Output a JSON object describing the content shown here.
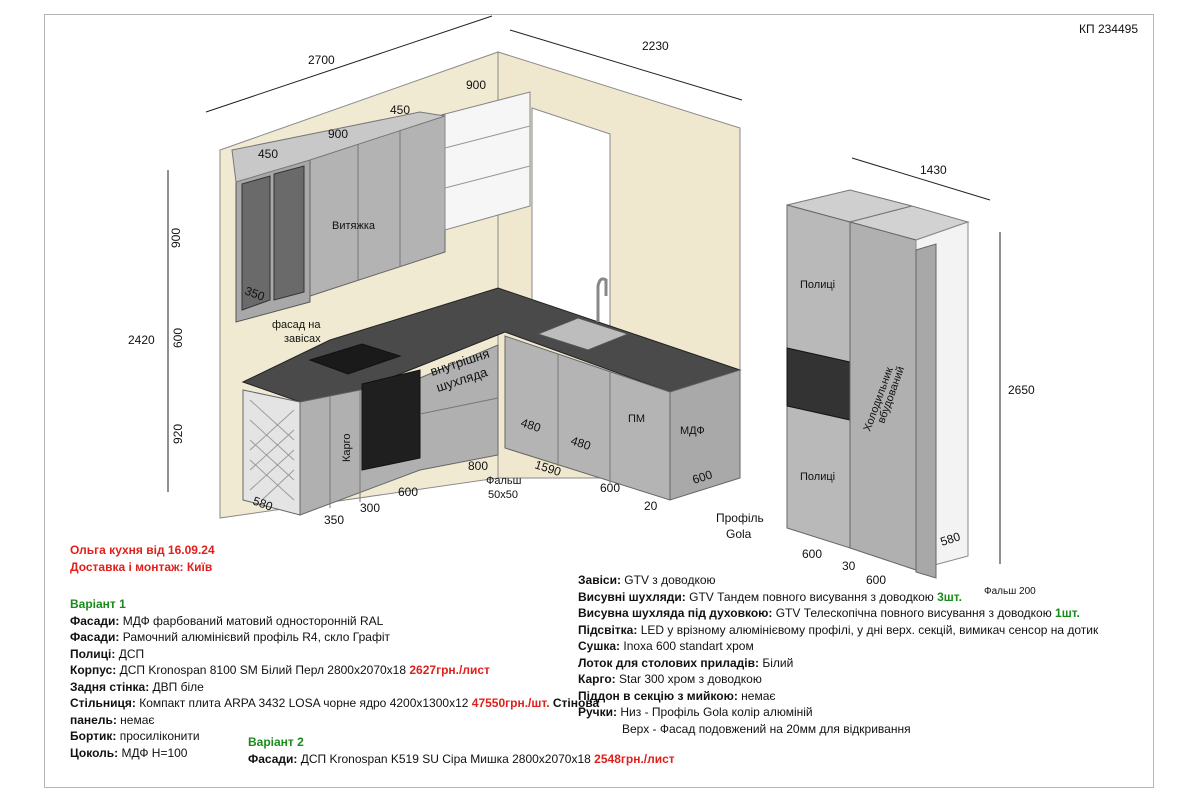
{
  "doc_id": "КП 234495",
  "dims": {
    "wall_left": "2700",
    "wall_right": "2230",
    "tall_width": "1430",
    "top_450_a": "450",
    "top_900_a": "900",
    "top_450_b": "450",
    "top_900_b": "900",
    "v_900": "900",
    "v_600": "600",
    "v_920": "920",
    "total_height": "2420",
    "depth_350_upper": "350",
    "depth_580_base": "580",
    "base_350": "350",
    "base_300": "300",
    "base_600_a": "600",
    "base_800": "800",
    "diag_1590": "1590",
    "base_480_a": "480",
    "base_480_b": "480",
    "base_600_b": "600",
    "base_20": "20",
    "base_600_c": "600",
    "tall_height": "2650",
    "tall_600_a": "600",
    "tall_30": "30",
    "tall_600_b": "600",
    "tall_580": "580"
  },
  "labels": {
    "hood": "Витяжка",
    "hinged_facade": [
      "фасад на",
      "завісах"
    ],
    "inner_drawer": [
      "внутрішня",
      "шухляда"
    ],
    "cargo": "Карго",
    "dishwasher": "ПМ",
    "mdf": "МДФ",
    "false_panel_50": [
      "Фальш",
      "50х50"
    ],
    "shelves_top": "Полиці",
    "shelves_bottom": "Полиці",
    "fridge": [
      "Холодильник",
      "вбудований"
    ],
    "gola_profile": [
      "Профіль",
      "Gola"
    ],
    "false_panel_200": "Фальш 200"
  },
  "header": {
    "title_line1": "Ольга кухня від 16.09.24",
    "title_line2": "Доставка і монтаж: Київ"
  },
  "variant1": {
    "heading": "Варіант 1",
    "lines": [
      {
        "k": "Фасади:",
        "v": " МДФ фарбований матовий односторонній RAL"
      },
      {
        "k": "Фасади:",
        "v": " Рамочний алюмінієвий профіль R4, скло Графіт"
      },
      {
        "k": "Полиці:",
        "v": " ДСП"
      },
      {
        "k": "Корпус:",
        "v": " ДСП Kronospan 8100 SM Білий Перл 2800х2070х18 ",
        "price": "2627грн./лист"
      },
      {
        "k": "Задня стінка:",
        "v": " ДВП біле"
      },
      {
        "k": "Стільниця:",
        "v": " Компакт плита ARPA 3432 LOSA чорне ядро 4200х1300х12 ",
        "price": "47550грн./шт.",
        "tail": " Стінова"
      },
      {
        "k": "панель:",
        "v": " немає"
      },
      {
        "k": "Бортик:",
        "v": " просиліконити"
      },
      {
        "k": "Цоколь:",
        "v": " МДФ Н=100"
      }
    ]
  },
  "variant2": {
    "heading": "Варіант 2",
    "k": "Фасади:",
    "v": " ДСП Kronospan K519 SU Сіра Мишка 2800х2070х18 ",
    "price": "2548грн./лист"
  },
  "specs": [
    {
      "k": "Завіси:",
      "v": " GTV з доводкою"
    },
    {
      "k": "Висувні шухляди:",
      "v": " GTV Тандем повного висування з доводкою ",
      "qty": "3шт."
    },
    {
      "k": "Висувна шухляда під духовкою:",
      "v": " GTV Телескопічна повного висування з доводкою ",
      "qty": "1шт."
    },
    {
      "k": "Підсвітка:",
      "v": " LED у врізному алюмінієвому профілі, у дні верх. секцій, вимикач сенсор на дотик"
    },
    {
      "k": "Сушка:",
      "v": " Inoxa 600 standart хром"
    },
    {
      "k": "Лоток для столових приладів:",
      "v": " Білий"
    },
    {
      "k": "Карго:",
      "v": " Star 300 хром з доводкою"
    },
    {
      "k": "Піддон в секцію з мийкою:",
      "v": " немає"
    },
    {
      "k": "Ручки:",
      "v": " Низ - Профіль Gola колір алюміній"
    },
    {
      "k": "",
      "v": "Верх - Фасад подовжений на 20мм для відкривання"
    }
  ]
}
